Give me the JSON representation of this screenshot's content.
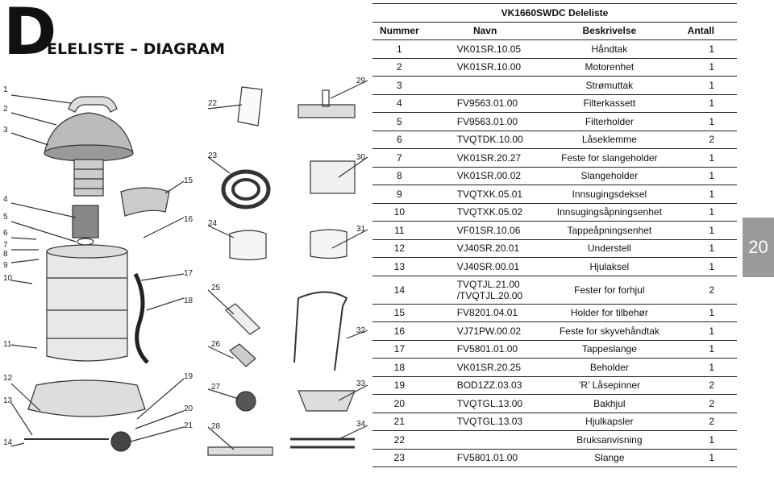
{
  "heading": {
    "initial": "D",
    "rest": "ELELISTE – DIAGRAM"
  },
  "callouts": [
    "1",
    "2",
    "3",
    "4",
    "5",
    "6",
    "7",
    "8",
    "9",
    "10",
    "11",
    "12",
    "13",
    "14",
    "15",
    "16",
    "17",
    "18",
    "19",
    "20",
    "21",
    "22",
    "23",
    "24",
    "25",
    "26",
    "27",
    "28",
    "29",
    "30",
    "31",
    "32",
    "33",
    "34"
  ],
  "table": {
    "title": "VK1660SWDC Deleliste",
    "headers": [
      "Nummer",
      "Navn",
      "Beskrivelse",
      "Antall"
    ],
    "rows": [
      {
        "num": "1",
        "name": "VK01SR.10.05",
        "desc": "Håndtak",
        "qty": "1"
      },
      {
        "num": "2",
        "name": "VK01SR.10.00",
        "desc": "Motorenhet",
        "qty": "1"
      },
      {
        "num": "3",
        "name": "",
        "desc": "Strømuttak",
        "qty": "1"
      },
      {
        "num": "4",
        "name": "FV9563.01.00",
        "desc": "Filterkassett",
        "qty": "1"
      },
      {
        "num": "5",
        "name": "FV9563.01.00",
        "desc": "Filterholder",
        "qty": "1"
      },
      {
        "num": "6",
        "name": "TVQTDK.10.00",
        "desc": "Låseklemme",
        "qty": "2"
      },
      {
        "num": "7",
        "name": "VK01SR.20.27",
        "desc": "Feste for slangeholder",
        "qty": "1"
      },
      {
        "num": "8",
        "name": "VK01SR.00.02",
        "desc": "Slangeholder",
        "qty": "1"
      },
      {
        "num": "9",
        "name": "TVQTXK.05.01",
        "desc": "Innsugingsdeksel",
        "qty": "1"
      },
      {
        "num": "10",
        "name": "TVQTXK.05.02",
        "desc": "Innsugingsåpningsenhet",
        "qty": "1"
      },
      {
        "num": "11",
        "name": "VF01SR.10.06",
        "desc": "Tappeåpningsenhet",
        "qty": "1"
      },
      {
        "num": "12",
        "name": "VJ40SR.20.01",
        "desc": "Understell",
        "qty": "1"
      },
      {
        "num": "13",
        "name": "VJ40SR.00.01",
        "desc": "Hjulaksel",
        "qty": "1"
      },
      {
        "num": "14",
        "name": "TVQTJL.21.00\n/TVQTJL.20.00",
        "desc": "Fester for forhjul",
        "qty": "2"
      },
      {
        "num": "15",
        "name": "FV8201.04.01",
        "desc": "Holder for tilbehør",
        "qty": "1"
      },
      {
        "num": "16",
        "name": "VJ71PW.00.02",
        "desc": "Feste for skyvehåndtak",
        "qty": "1"
      },
      {
        "num": "17",
        "name": "FV5801.01.00",
        "desc": "Tappeslange",
        "qty": "1"
      },
      {
        "num": "18",
        "name": "VK01SR.20.25",
        "desc": "Beholder",
        "qty": "1"
      },
      {
        "num": "19",
        "name": "BOD1ZZ.03.03",
        "desc": "’R’ Låsepinner",
        "qty": "2"
      },
      {
        "num": "20",
        "name": "TVQTGL.13.00",
        "desc": "Bakhjul",
        "qty": "2"
      },
      {
        "num": "21",
        "name": "TVQTGL.13.03",
        "desc": "Hjulkapsler",
        "qty": "2"
      },
      {
        "num": "22",
        "name": "",
        "desc": "Bruksanvisning",
        "qty": "1"
      },
      {
        "num": "23",
        "name": "FV5801.01.00",
        "desc": "Slange",
        "qty": "1"
      }
    ]
  },
  "page_number": "20"
}
